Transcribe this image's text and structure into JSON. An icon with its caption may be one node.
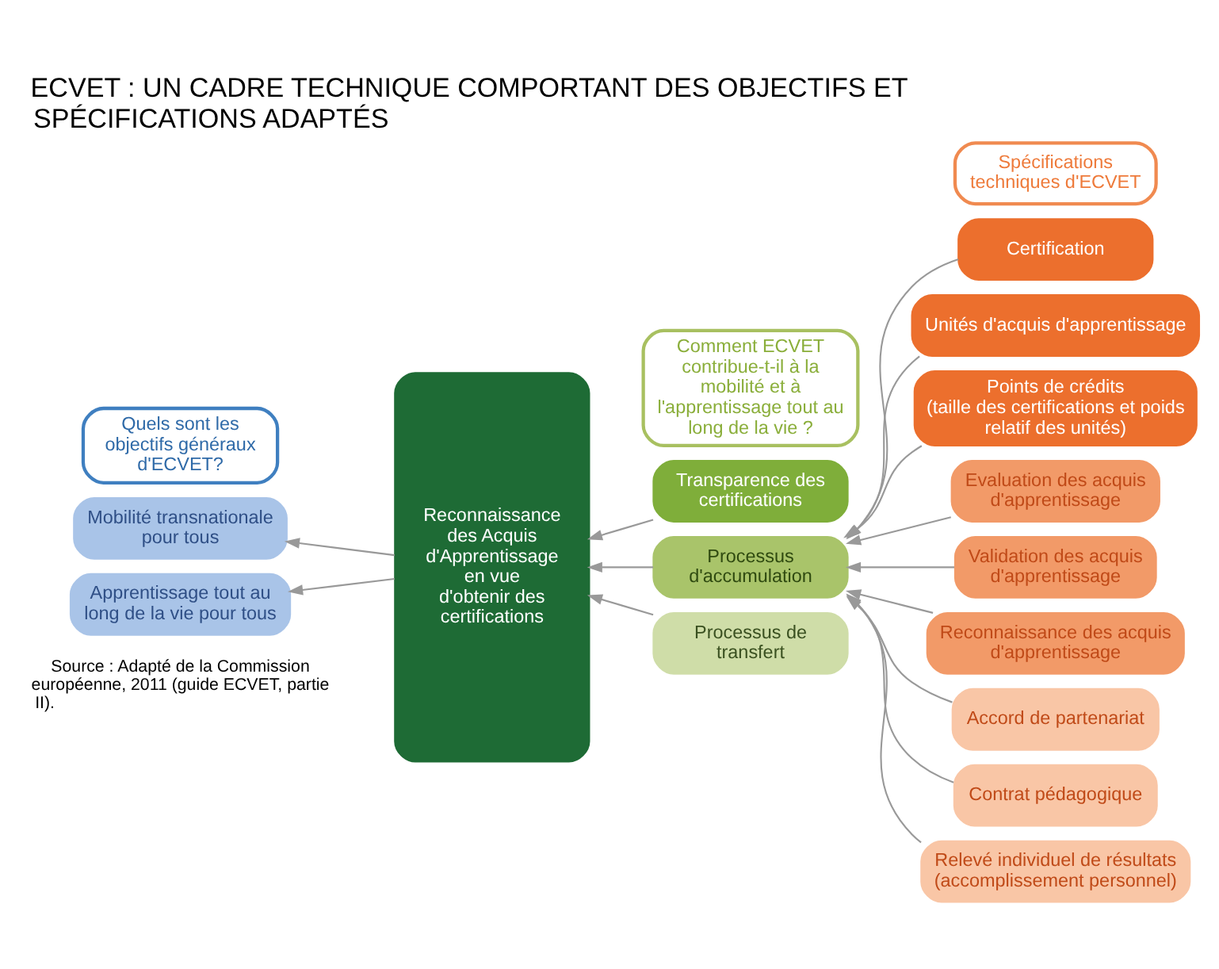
{
  "diagram": {
    "title": "ECVET : UN CADRE TECHNIQUE COMPORTANT DES OBJECTIFS ET SPÉCIFICATIONS ADAPTÉS",
    "caption": "Source : Adapté de la Commission européenne, 2011 (guide ECVET, partie II).",
    "nodes": [
      {
        "text": [
          "Quels sont les objectifs généraux d'ECVET?"
        ]
      },
      {
        "text": [
          "Comment ECVET contribue-t-il à la mobilité et à l'apprentissage tout au long de la vie ?"
        ]
      },
      {
        "text": [
          "Spécifications techniques d'ECVET"
        ]
      },
      {
        "text": [
          "Mobilité transnationale pour tous"
        ]
      },
      {
        "text": [
          "Apprentissage tout au long de la vie pour tous"
        ]
      },
      {
        "text": [
          "Reconnaissance des Acquis d'Apprentissage en vue d'obtenir des certifications"
        ]
      },
      {
        "text": [
          "Transparence des certifications"
        ]
      },
      {
        "text": [
          "Processus d'accumulation"
        ]
      },
      {
        "text": [
          "Processus de transfert"
        ]
      },
      {
        "text": [
          "Certification"
        ]
      },
      {
        "text": [
          "Unités d'acquis d'apprentissage"
        ]
      },
      {
        "text": [
          "Points de crédits",
          "(taille des certifications et poids relatif des unités)"
        ]
      },
      {
        "text": [
          "Evaluation des acquis d'apprentissage"
        ]
      },
      {
        "text": [
          "Validation des acquis d'apprentissage"
        ]
      },
      {
        "text": [
          "Reconnaissance des acquis d'apprentissage"
        ]
      },
      {
        "text": [
          "Accord de partenariat"
        ]
      },
      {
        "text": [
          "Contrat pédagogique"
        ]
      },
      {
        "text": [
          "Relevé individuel de résultats",
          "(accomplissement personnel)"
        ]
      }
    ],
    "edges": [
      {
        "from": 5,
        "to": 3,
        "arrow": "to"
      },
      {
        "from": 5,
        "to": 4,
        "arrow": "to"
      },
      {
        "from": 6,
        "to": 5,
        "arrow": "to"
      },
      {
        "from": 7,
        "to": 5,
        "arrow": "to"
      },
      {
        "from": 8,
        "to": 5,
        "arrow": "to"
      },
      {
        "from": 9,
        "to": 7,
        "arrow": "to"
      },
      {
        "from": 10,
        "to": 7,
        "arrow": "to"
      },
      {
        "from": 11,
        "to": 7,
        "arrow": "to"
      },
      {
        "from": 12,
        "to": 7,
        "arrow": "to"
      },
      {
        "from": 13,
        "to": 7,
        "arrow": "to"
      },
      {
        "from": 14,
        "to": 7,
        "arrow": "to"
      },
      {
        "from": 15,
        "to": 7,
        "arrow": "to"
      },
      {
        "from": 16,
        "to": 7,
        "arrow": "to"
      },
      {
        "from": 17,
        "to": 7,
        "arrow": "to"
      }
    ]
  }
}
